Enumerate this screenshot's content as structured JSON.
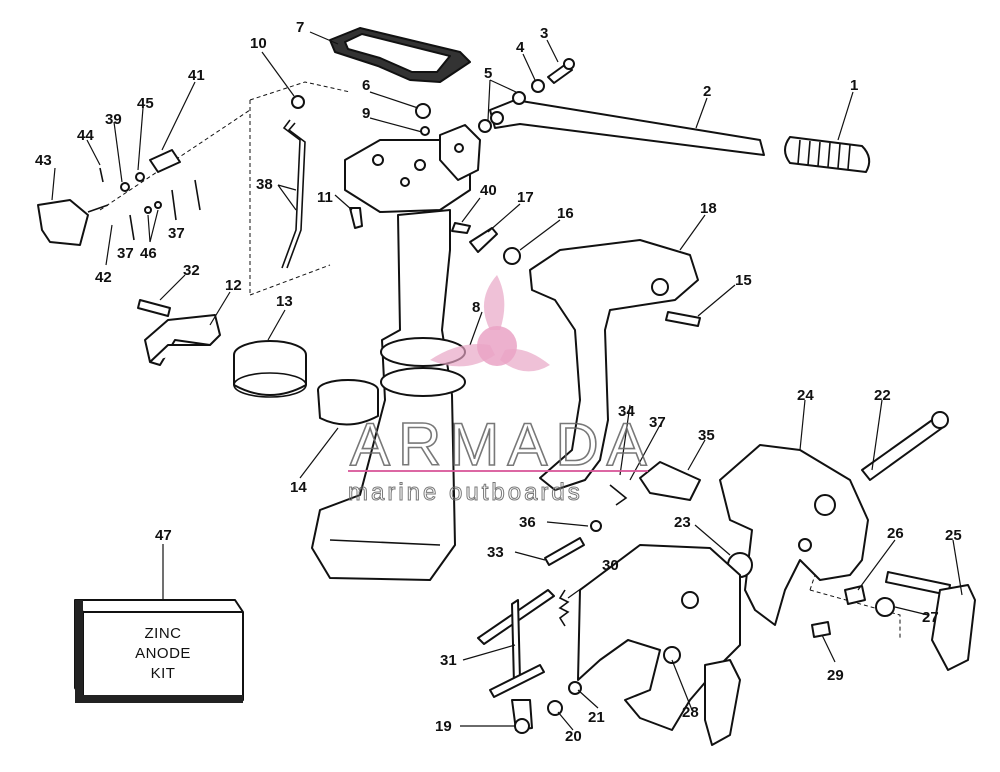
{
  "diagram": {
    "part_numbers": [
      "1",
      "2",
      "3",
      "4",
      "5",
      "6",
      "7",
      "8",
      "9",
      "10",
      "11",
      "12",
      "13",
      "14",
      "15",
      "16",
      "17",
      "18",
      "19",
      "20",
      "21",
      "22",
      "23",
      "24",
      "25",
      "26",
      "27",
      "28",
      "29",
      "30",
      "31",
      "32",
      "33",
      "34",
      "35",
      "36",
      "37",
      "37",
      "38",
      "39",
      "40",
      "41",
      "42",
      "43",
      "44",
      "45",
      "46",
      "47"
    ],
    "kit_box": {
      "line1": "ZINC",
      "line2": "ANODE",
      "line3": "KIT"
    },
    "watermark": {
      "brand": "ARMADA",
      "tagline": "marine outboards",
      "colors": {
        "logo": "#e8a4c4",
        "text": "#6a6a6a",
        "rule": "#d9579a"
      }
    },
    "colors": {
      "ink": "#111111",
      "paper": "#ffffff"
    }
  }
}
